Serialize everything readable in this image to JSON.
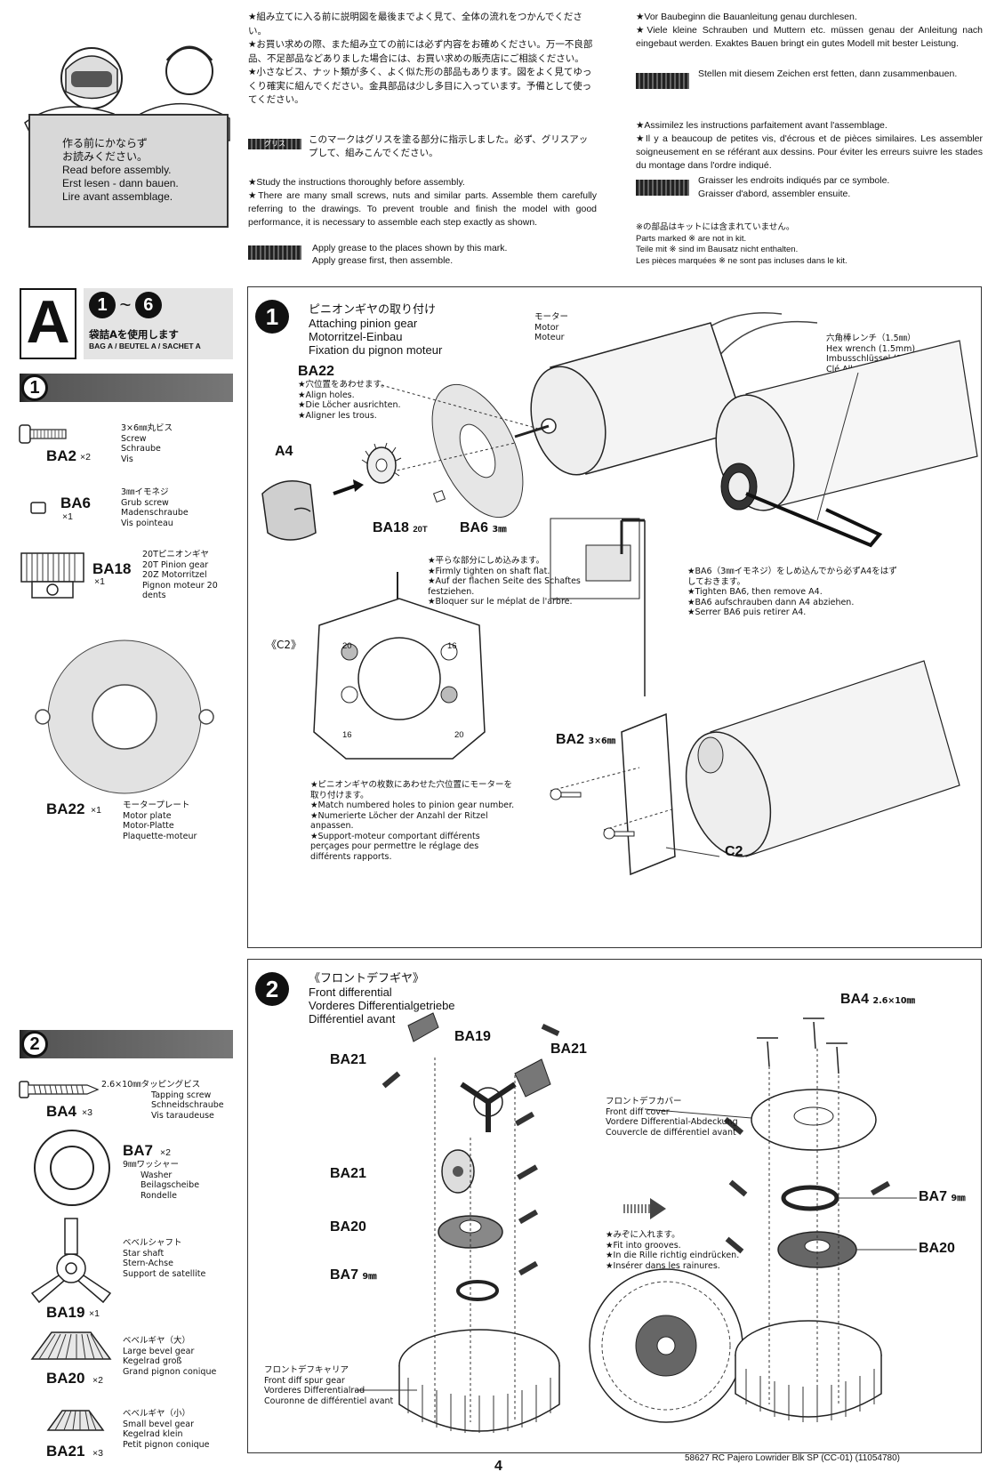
{
  "header": {
    "intro_jp": "作る前にかならず\nお読みください。",
    "intro_en": "Read before assembly.",
    "intro_de": "Erst lesen - dann bauen.",
    "intro_fr": "Lire avant assemblage.",
    "jp_block": "★組み立てに入る前に説明図を最後までよく見て、全体の流れをつかんでください。\n★お買い求めの際、また組み立ての前には必ず内容をお確めください。万一不良部品、不足部品などありました場合には、お買い求めの販売店にご相談ください。\n★小さなビス、ナット類が多く、よく似た形の部品もあります。図をよく見てゆっくり確実に組んでください。金具部品は少し多目に入っています。予備として使ってください。",
    "jp_grease_label": "グリス",
    "jp_grease": "このマークはグリスを塗る部分に指示しました。必ず、グリスアップして、組みこんでください。",
    "en_block": "★Study the instructions thoroughly before assembly.\n★There are many small screws, nuts and similar parts. Assemble them carefully referring to the drawings. To prevent trouble and finish the model with good performance, it is necessary to assemble each step exactly as shown.",
    "en_grease": "Apply grease to the places shown by this mark.\nApply grease first, then assemble.",
    "de_block": "★Vor Baubeginn die Bauanleitung genau durchlesen.\n★Viele kleine Schrauben und Muttern etc. müssen genau der Anleitung nach eingebaut werden. Exaktes Bauen bringt ein gutes Modell mit bester Leistung.",
    "de_grease": "Stellen mit diesem Zeichen erst fetten, dann zusammenbauen.",
    "fr_block": "★Assimilez les instructions parfaitement avant l'assemblage.\n★Il y a beaucoup de petites vis, d'écrous et de pièces similaires. Les assembler soigneusement en se référant aux dessins. Pour éviter les erreurs suivre les stades du montage dans l'ordre indiqué.",
    "fr_grease": "Graisser les endroits indiqués par ce symbole.\nGraisser d'abord, assembler ensuite.",
    "notinkit": "※の部品はキットには含まれていません。\nParts marked ※ are not in kit.\nTeile mit ※ sind im Bausatz nicht enthalten.\nLes pièces marquées ※ ne sont pas incluses dans le kit."
  },
  "bag": {
    "letter": "A",
    "range_start": "1",
    "range_sep": "~",
    "range_end": "6",
    "jp": "袋詰Aを使用します",
    "label": "BAG A / BEUTEL A / SACHET A"
  },
  "parts1": {
    "bar_num": "1",
    "ba2_code": "BA2",
    "ba2_qty": "×2",
    "ba2_desc": "3×6㎜丸ビス\nScrew\nSchraube\nVis",
    "ba6_code": "BA6",
    "ba6_qty": "×1",
    "ba6_desc": "3㎜イモネジ\nGrub screw\nMadenschraube\nVis pointeau",
    "ba18_code": "BA18",
    "ba18_qty": "×1",
    "ba18_desc": "20Tピニオンギヤ\n20T Pinion gear\n20Z Motorritzel\nPignon moteur 20\ndents",
    "ba22_code": "BA22",
    "ba22_qty": "×1",
    "ba22_desc": "モータープレート\nMotor plate\nMotor-Platte\nPlaquette-moteur"
  },
  "parts2": {
    "bar_num": "2",
    "ba4_code": "BA4",
    "ba4_qty": "×3",
    "ba4_desc": "2.6×10㎜タッピングビス\nTapping screw\nSchneidschraube\nVis taraudeuse",
    "ba7_code": "BA7",
    "ba7_qty": "×2",
    "ba7_desc": "9㎜ワッシャー\nWasher\nBeilagscheibe\nRondelle",
    "ba19_code": "BA19",
    "ba19_qty": "×1",
    "ba19_desc": "ベベルシャフト\nStar shaft\nStern-Achse\nSupport de satellite",
    "ba20_code": "BA20",
    "ba20_qty": "×2",
    "ba20_desc": "ベベルギヤ（大）\nLarge bevel gear\nKegelrad groß\nGrand pignon conique",
    "ba21_code": "BA21",
    "ba21_qty": "×3",
    "ba21_desc": "ベベルギヤ（小）\nSmall bevel gear\nKegelrad klein\nPetit pignon conique"
  },
  "step1": {
    "num": "1",
    "title_jp": "ピニオンギヤの取り付け",
    "title_en": "Attaching pinion gear",
    "title_de": "Motorritzel-Einbau",
    "title_fr": "Fixation du pignon moteur",
    "motor_label": "モーター\nMotor\nMoteur",
    "wrench_label": "六角棒レンチ（1.5㎜）\nHex wrench (1.5mm)\nImbusschlüssel (1,5mm)\nClé Allen (1,5mm)",
    "ba22": "BA22",
    "ba22_note": "★穴位置をあわせます。\n★Align holes.\n★Die Löcher ausrichten.\n★Aligner les trous.",
    "a4": "A4",
    "ba18": "BA18",
    "ba18_sub": "20T",
    "ba6": "BA6",
    "ba6_sub": "3㎜",
    "flat_note": "★平らな部分にしめ込みます。\n★Firmly tighten on shaft flat.\n★Auf der flachen Seite des Schaftes festziehen.\n★Bloquer sur le méplat de l'arbre.",
    "tighten_note": "★BA6（3㎜イモネジ）をしめ込んでから必ずA4をはずしておきます。\n★Tighten BA6, then remove A4.\n★BA6 aufschrauben dann A4 abziehen.\n★Serrer BA6 puis retirer A4.",
    "c2_label": "《C2》",
    "hole_20a": "20",
    "hole_16a": "16",
    "hole_16b": "16",
    "hole_20b": "20",
    "match_note": "★ピニオンギヤの枚数にあわせた穴位置にモーターを取り付けます。\n★Match numbered holes to pinion gear number.\n★Numerierte Löcher der Anzahl der Ritzel anpassen.\n★Support-moteur comportant différents perçages pour permettre le réglage des différents rapports.",
    "ba2": "BA2",
    "ba2_sub": "3×6㎜",
    "c2": "C2"
  },
  "step2": {
    "num": "2",
    "title_jp": "《フロントデフギヤ》",
    "title_en": "Front differential",
    "title_de": "Vorderes Differentialgetriebe",
    "title_fr": "Différentiel avant",
    "ba19": "BA19",
    "ba21_a": "BA21",
    "ba21_b": "BA21",
    "ba21_c": "BA21",
    "ba20": "BA20",
    "ba7": "BA7",
    "ba7_sub": "9㎜",
    "carrier_label": "フロントデフキャリア\nFront diff spur gear\nVorderes Differentialrad\nCouronne de différentiel avant",
    "cover_label": "フロントデフカバー\nFront diff cover\nVordere Differential-Abdeckung\nCouvercle de différentiel avant",
    "grooves_note": "★みぞに入れます。\n★Fit into grooves.\n★In die Rille richtig eindrücken.\n★Insérer dans les rainures.",
    "ba4": "BA4",
    "ba4_sub": "2.6×10㎜",
    "ba7_r": "BA7",
    "ba7_r_sub": "9㎜",
    "ba20_r": "BA20"
  },
  "footer": {
    "page": "4",
    "model": "58627 RC Pajero Lowrider Blk SP (CC-01) (11054780)"
  }
}
